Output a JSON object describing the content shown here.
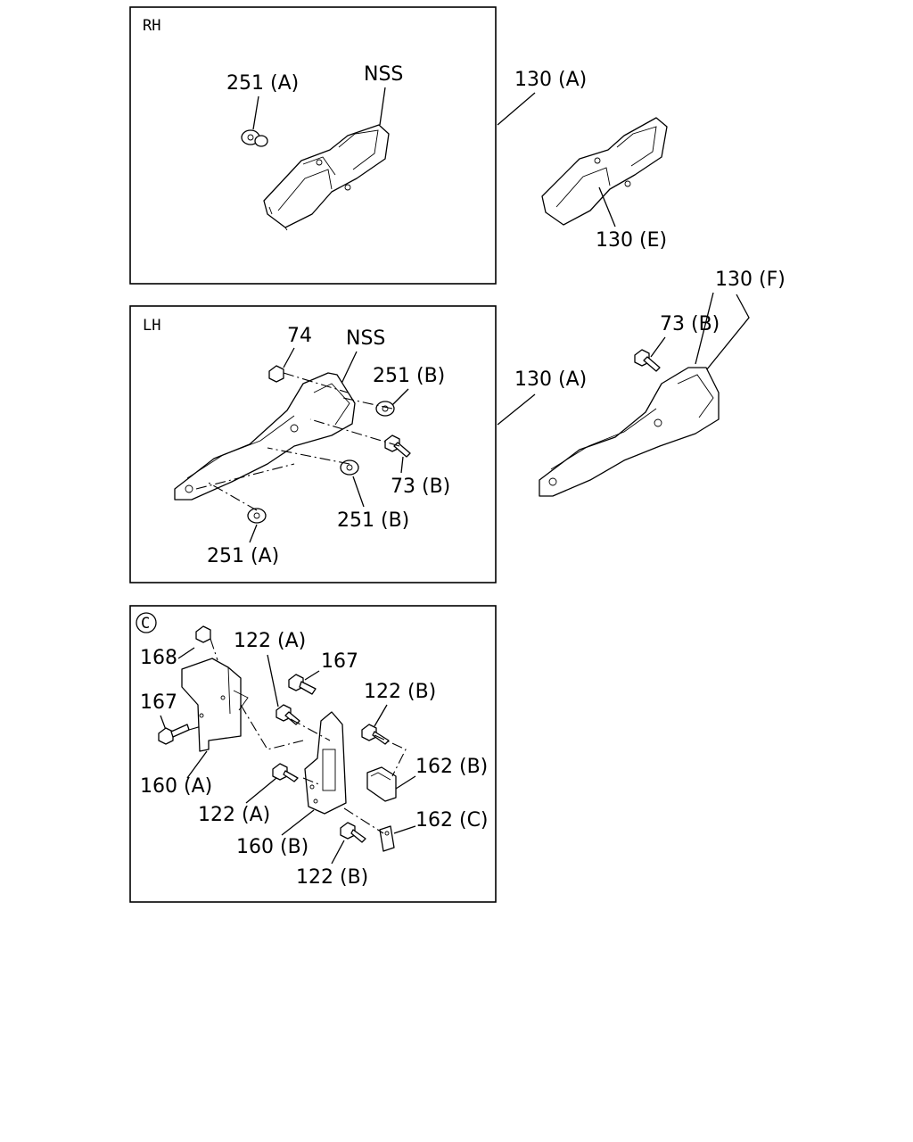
{
  "panels": {
    "rh": {
      "title": "RH",
      "labels": {
        "clip": "251 (A)",
        "nss": "NSS"
      }
    },
    "lh": {
      "title": "LH",
      "labels": {
        "nut": "74",
        "nss": "NSS",
        "clip_b_top": "251 (B)",
        "bolt": "73 (B)",
        "clip_b_bottom": "251 (B)",
        "clip_a": "251 (A)"
      }
    },
    "c": {
      "title": "C",
      "labels": {
        "nut": "168",
        "bolt_left": "167",
        "bolt_top": "167",
        "screw_a_top": "122 (A)",
        "screw_b_top": "122 (B)",
        "bracket_a": "160 (A)",
        "screw_a_bottom": "122 (A)",
        "bracket_b": "160 (B)",
        "plate_b": "162 (B)",
        "plate_c": "162 (C)",
        "screw_b_bottom": "122 (B)"
      }
    }
  },
  "outside": {
    "rh_assembly": "130 (A)",
    "rh_part": "130 (E)",
    "lh_assembly": "130 (A)",
    "lh_part": "130 (F)",
    "lh_bolt": "73 (B)"
  }
}
